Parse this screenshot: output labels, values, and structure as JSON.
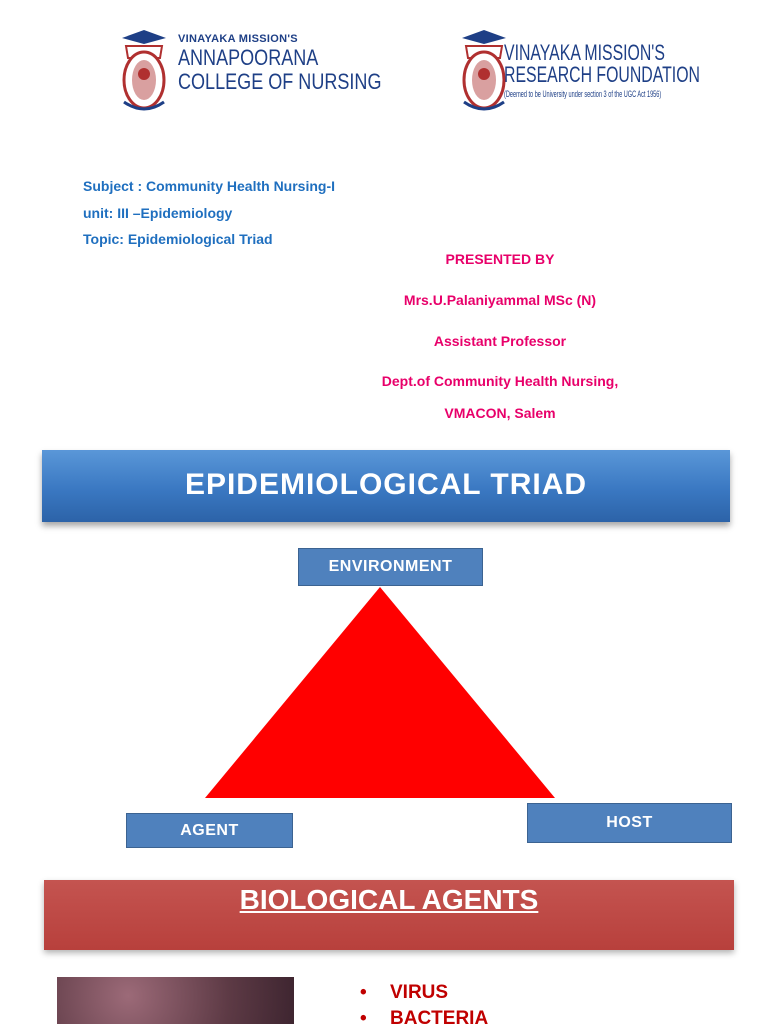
{
  "logos": {
    "left": {
      "line1": "VINAYAKA MISSION'S",
      "line2": "ANNAPOORANA",
      "line3": "COLLEGE OF NURSING"
    },
    "right": {
      "line1": "VINAYAKA MISSION'S",
      "line2": "RESEARCH FOUNDATION",
      "line3": "(Deemed to be University under section 3 of the UGC Act 1956)"
    }
  },
  "subject": {
    "subject": "Subject : Community Health Nursing-I",
    "unit": "unit: III –Epidemiology",
    "topic": "Topic: Epidemiological Triad"
  },
  "presenter": {
    "heading": "PRESENTED BY",
    "name": "Mrs.U.Palaniyammal MSc (N)",
    "designation": "Assistant Professor",
    "department": "Dept.of Community Health Nursing,",
    "institution": "VMACON, Salem"
  },
  "triad": {
    "title": "EPIDEMIOLOGICAL TRIAD",
    "environment": "ENVIRONMENT",
    "agent": "AGENT",
    "host": "HOST"
  },
  "biological": {
    "title": "BIOLOGICAL AGENTS",
    "items": [
      "VIRUS",
      "BACTERIA"
    ]
  },
  "colors": {
    "triangle": "#ff0000",
    "box_blue": "#4f81bd",
    "presenter_text": "#e8006a",
    "subject_text": "#1f6fbf"
  }
}
